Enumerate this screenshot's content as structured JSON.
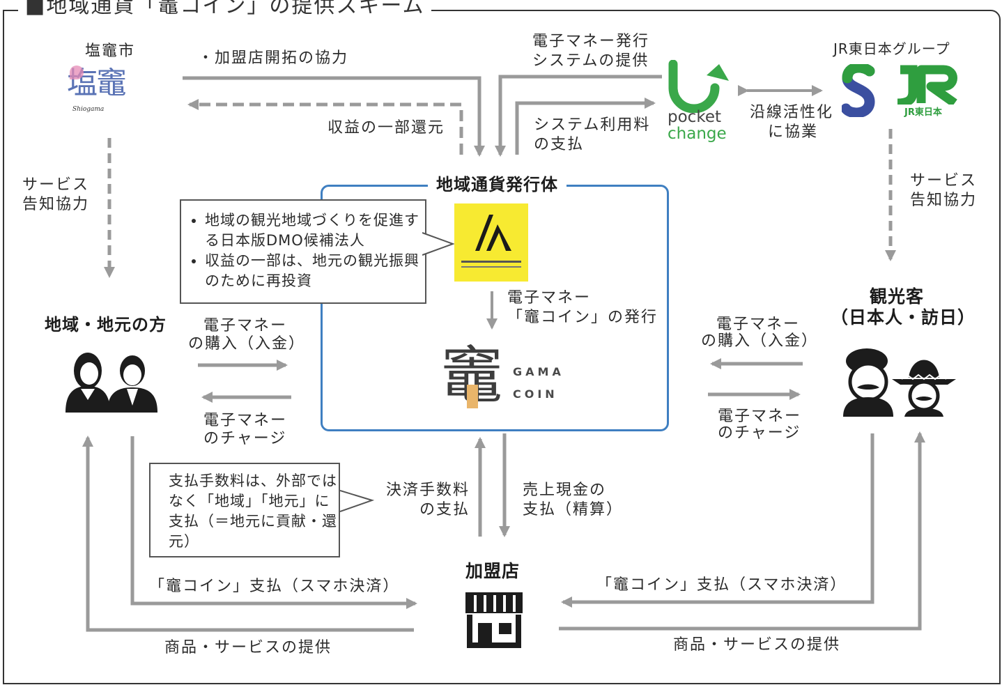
{
  "title": "■地域通貨「竈コイン」の提供スキーム",
  "shiogama": {
    "name": "塩竈市",
    "logo_kanji": "塩竈",
    "logo_sub": "Shiogama"
  },
  "jr": {
    "name": "JR東日本グループ",
    "logo_sub": "JR東日本"
  },
  "pocket_change": {
    "line1": "pocket",
    "line2": "change"
  },
  "issuer": {
    "label": "地域通貨発行体",
    "notes": [
      "地域の観光地域づくりを促進する日本版DMO候補法人",
      "収益の一部は、地元の観光振興のために再投資"
    ]
  },
  "gamacoin": {
    "kanji": "竈",
    "line1": "GAMA",
    "line2": "COIN"
  },
  "locals": {
    "label": "地域・地元の方"
  },
  "tourists": {
    "label1": "観光客",
    "label2": "（日本人・訪日）"
  },
  "store": {
    "label": "加盟店"
  },
  "fee_note": "支払手数料は、外部ではなく「地域」「地元」に支払（＝地元に貢献・還元）",
  "labels": {
    "store_recruit": "・加盟店開拓の協力",
    "revenue_return": "収益の一部還元",
    "emoney_system_1": "電子マネー発行",
    "emoney_system_2": "システムの提供",
    "system_fee_1": "システム利用料",
    "system_fee_2": "の支払",
    "partnership_1": "沿線活性化",
    "partnership_2": "に協業",
    "service_notice_left_1": "サービス",
    "service_notice_left_2": "告知協力",
    "service_notice_right_1": "サービス",
    "service_notice_right_2": "告知協力",
    "issue_1": "電子マネー",
    "issue_2": "「竈コイン」の発行",
    "purchase_left_1": "電子マネー",
    "purchase_left_2": "の購入（入金）",
    "charge_left_1": "電子マネー",
    "charge_left_2": "のチャージ",
    "purchase_right_1": "電子マネー",
    "purchase_right_2": "の購入（入金）",
    "charge_right_1": "電子マネー",
    "charge_right_2": "のチャージ",
    "settle_fee_1": "決済手数料",
    "settle_fee_2": "の支払",
    "sales_1": "売上現金の",
    "sales_2": "支払（精算）",
    "pay_left": "「竈コイン」支払（スマホ決済）",
    "pay_right": "「竈コイン」支払（スマホ決済）",
    "goods_left": "商品・サービスの提供",
    "goods_right": "商品・サービスの提供"
  },
  "colors": {
    "arrow": "#9a9a9a",
    "frame_blue": "#3f7fc1",
    "logo_yellow": "#f7ea31",
    "jr_green": "#2f9e3f",
    "suica_blue": "#3b4fa0",
    "pocket_green": "#3aa84a"
  }
}
